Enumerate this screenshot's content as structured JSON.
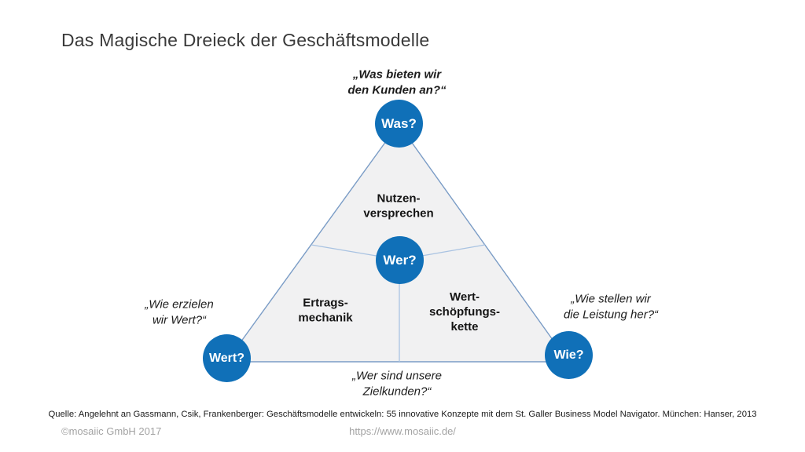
{
  "title": "Das Magische Dreieck der Geschäftsmodelle",
  "diagram": {
    "nodes": [
      {
        "id": "was",
        "label": "Was?",
        "quote": "„Was bieten wir\nden Kunden an?“"
      },
      {
        "id": "wer",
        "label": "Wer?",
        "quote": "„Wer sind unsere\nZielkunden?“"
      },
      {
        "id": "wert",
        "label": "Wert?",
        "quote": "„Wie erzielen\nwir Wert?“"
      },
      {
        "id": "wie",
        "label": "Wie?",
        "quote": "„Wie stellen wir\ndie Leistung her?“"
      }
    ],
    "regions": [
      {
        "id": "nutzenversprechen",
        "label": "Nutzen-\nversprechen"
      },
      {
        "id": "ertragsmechanik",
        "label": "Ertrags-\nmechanik"
      },
      {
        "id": "wertschoepfungskette",
        "label": "Wert-\nschöpfungs-\nkette"
      }
    ]
  },
  "source": "Quelle: Angelehnt an Gassmann, Csik, Frankenberger: Geschäftsmodelle entwickeln: 55 innovative Konzepte mit dem St. Galler Business Model Navigator. München: Hanser, 2013",
  "footer": {
    "copyright": "©mosaiic GmbH 2017",
    "url": "https://www.mosaiic.de/"
  },
  "colors": {
    "accent_blue": "#1070B8",
    "triangle_fill": "#F1F1F2",
    "triangle_border": "#7A9CC6",
    "divider_line": "#A9C3E2",
    "footer_gray": "#A3A3A3"
  }
}
